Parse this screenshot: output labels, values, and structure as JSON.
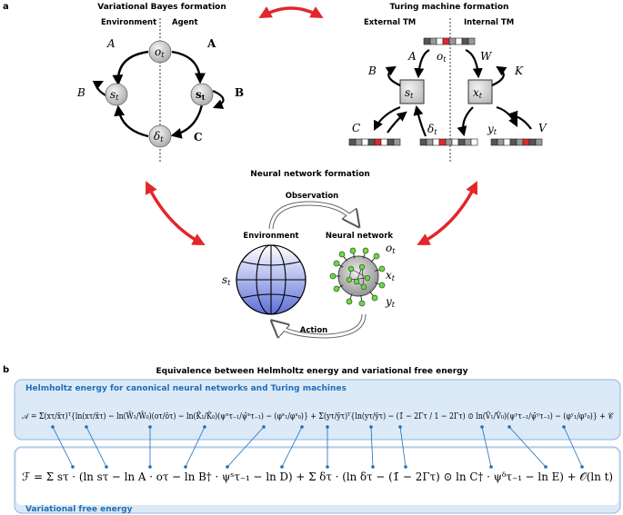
{
  "panel_a": {
    "label": "a",
    "vb": {
      "title": "Variational Bayes formation",
      "environment": "Environment",
      "agent": "Agent",
      "A_left": "A",
      "A_right": "A",
      "B_left": "B",
      "B_right": "B",
      "C_right": "C",
      "o_t": "o",
      "s_t_left": "s",
      "s_t_right": "s",
      "delta_t": "δ",
      "sub_t": "t"
    },
    "tm": {
      "title": "Turing machine formation",
      "external": "External TM",
      "internal": "Internal TM",
      "A": "A",
      "W": "W",
      "B": "B",
      "K": "K",
      "C": "C",
      "V": "V",
      "o_t": "o",
      "s_t": "s",
      "x_t": "x",
      "delta_t": "δ",
      "y_t": "y",
      "sub_t": "t"
    },
    "nn": {
      "title": "Neural network formation",
      "observation": "Observation",
      "environment": "Environment",
      "neural_network": "Neural network",
      "action": "Action",
      "s_t": "s",
      "o_t": "o",
      "x_t": "x",
      "y_t": "y",
      "sub_t": "t"
    }
  },
  "panel_b": {
    "label": "b",
    "title": "Equivalence between Helmholtz energy and variational free energy",
    "helmholtz_title": "Helmholtz energy for canonical neural networks and Turing machines",
    "vfe_title": "Variational free energy",
    "helmholtz_eq": "𝒜 = Σ(xτ/x̄τ)ᵀ{ln(xτ/x̄τ) − ln(Ŵ₁/Ŵ₀)(oτ/ōτ) − ln(K̂₁/K̂₀)(ψˣτ₋₁/ψ̄ˣτ₋₁) − (φˣ₁/φˣ₀)} + Σ(yτ/ȳτ)ᵀ{ln(yτ/ȳτ) − (1̄ − 2Γτ / 1 − 2Γτ) ⊙ ln(V̂₁/V̂₀)(ψʸτ₋₁/ψ̄ʸτ₋₁) − (φʸ₁/φʸ₀)} + 𝒞",
    "vfe_eq": "ℱ = Σ sτ · (ln sτ − ln A · oτ − ln B† · ψˢτ₋₁ − ln D) + Σ δτ · (ln δτ − (1̄ − 2Γτ) ⊙ ln C† · ψᵟτ₋₁ − ln E) + 𝒪(ln t)"
  },
  "colors": {
    "red_arrow": "#e3262a",
    "blue_text": "#1f6fb6",
    "box_light": "#dce9f7",
    "box_border": "#8fb6df",
    "node_fill": "#d4d4d4",
    "globe_blue": "#5c6fd9",
    "nn_green": "#74d44a"
  }
}
